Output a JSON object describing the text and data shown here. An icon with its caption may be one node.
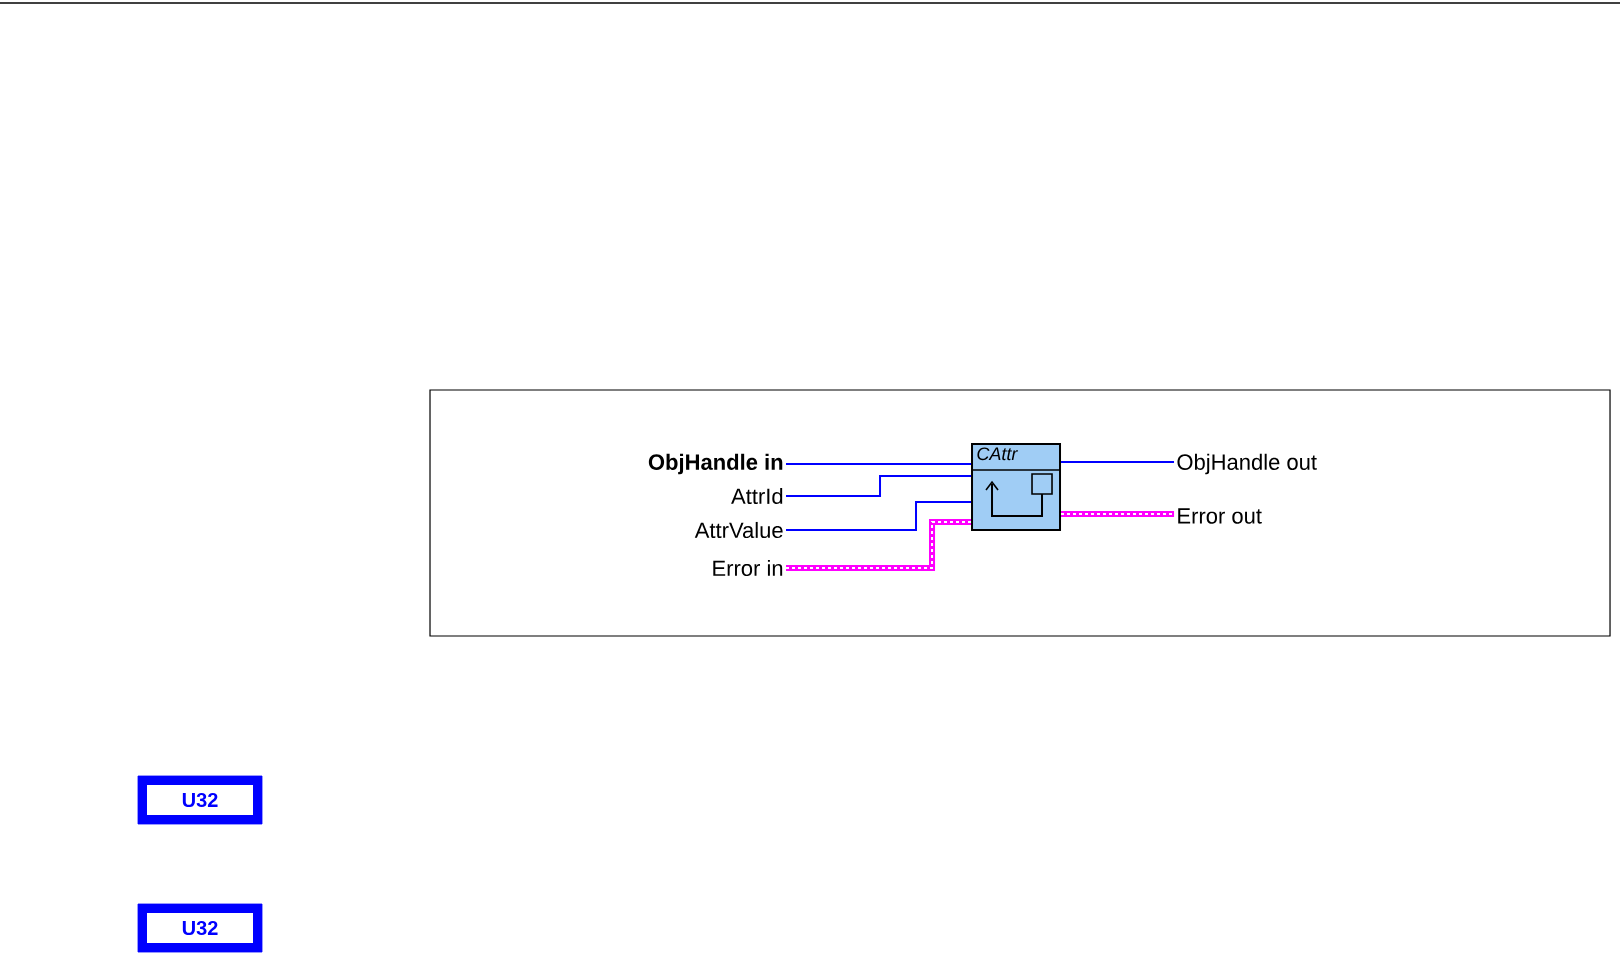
{
  "diagram": {
    "nodes": [
      {
        "text": [],
        "shape": "box"
      },
      {
        "text": [
          "ObjHandle in"
        ],
        "in": 0
      },
      {
        "text": [
          "AttrId"
        ],
        "in": 0
      },
      {
        "text": [
          "AttrValue"
        ],
        "in": 0
      },
      {
        "text": [
          "Error in"
        ],
        "in": 0
      },
      {
        "text": [
          "CAttr"
        ],
        "in": 0
      },
      {
        "text": [
          "ObjHandle out"
        ],
        "in": 0
      },
      {
        "text": [
          "Error out"
        ],
        "in": 0
      },
      {
        "text": [
          "U32"
        ]
      },
      {
        "text": [
          "U32"
        ]
      }
    ],
    "edges": [
      {
        "from": 1,
        "to": 5,
        "arrow": "none"
      },
      {
        "from": 2,
        "to": 5,
        "arrow": "none"
      },
      {
        "from": 3,
        "to": 5,
        "arrow": "none"
      },
      {
        "from": 4,
        "to": 5,
        "arrow": "none",
        "style": "thick",
        "color": "#ff00ff"
      },
      {
        "from": 5,
        "to": 6,
        "arrow": "none"
      },
      {
        "from": 5,
        "to": 7,
        "arrow": "none",
        "style": "thick",
        "color": "#ff00ff"
      }
    ]
  }
}
